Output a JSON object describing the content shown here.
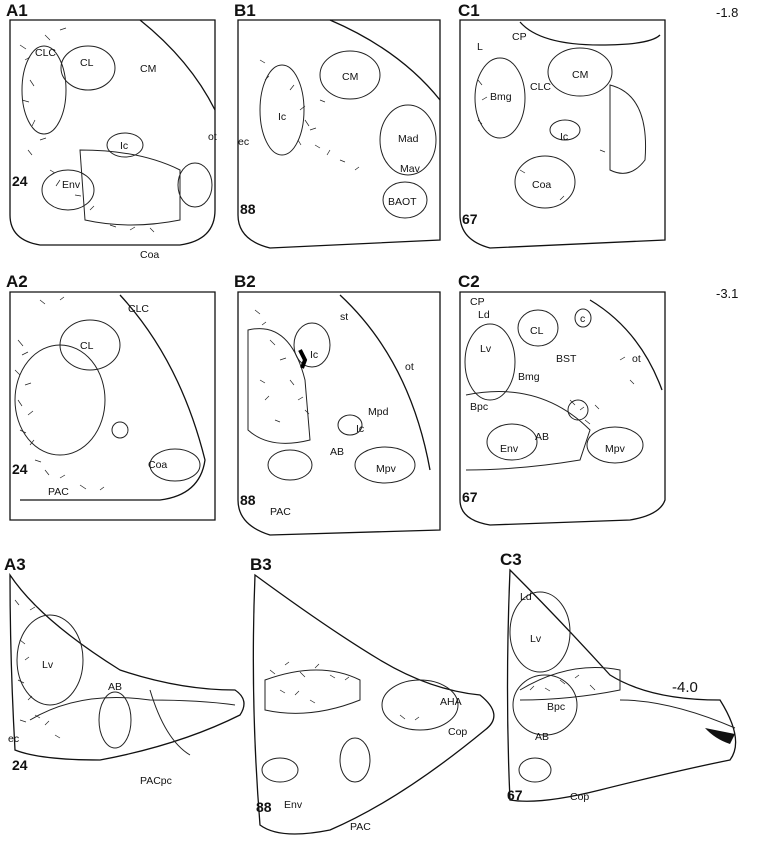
{
  "panels": {
    "A1": {
      "label": "A1",
      "case": "24",
      "regions": [
        "CLC",
        "CL",
        "CM",
        "Ic",
        "ot",
        "Env",
        "Coa"
      ]
    },
    "B1": {
      "label": "B1",
      "case": "88",
      "regions": [
        "CM",
        "Ic",
        "ec",
        "Mad",
        "Mav",
        "BAOT"
      ]
    },
    "C1": {
      "label": "C1",
      "case": "67",
      "level": "-1.8",
      "regions": [
        "CP",
        "L",
        "CM",
        "CLC",
        "Bmg",
        "Ic",
        "Coa"
      ]
    },
    "A2": {
      "label": "A2",
      "case": "24",
      "regions": [
        "CLC",
        "CL",
        "Coa",
        "PAC"
      ]
    },
    "B2": {
      "label": "B2",
      "case": "88",
      "regions": [
        "st",
        "Ic",
        "ot",
        "Mpd",
        "Ic",
        "AB",
        "Mpv",
        "PAC"
      ]
    },
    "C2": {
      "label": "C2",
      "case": "67",
      "level": "-3.1",
      "regions": [
        "CP",
        "Ld",
        "CL",
        "c",
        "Lv",
        "BST",
        "ot",
        "Bmg",
        "Bpc",
        "AB",
        "Env",
        "Mpv"
      ]
    },
    "A3": {
      "label": "A3",
      "case": "24",
      "regions": [
        "Lv",
        "AB",
        "ec",
        "PACpc"
      ]
    },
    "B3": {
      "label": "B3",
      "case": "88",
      "regions": [
        "AHA",
        "Cop",
        "Env",
        "PAC"
      ]
    },
    "C3": {
      "label": "C3",
      "case": "67",
      "level": "-4.0",
      "regions": [
        "Ld",
        "Lv",
        "Bpc",
        "AB",
        "Cop"
      ]
    }
  }
}
